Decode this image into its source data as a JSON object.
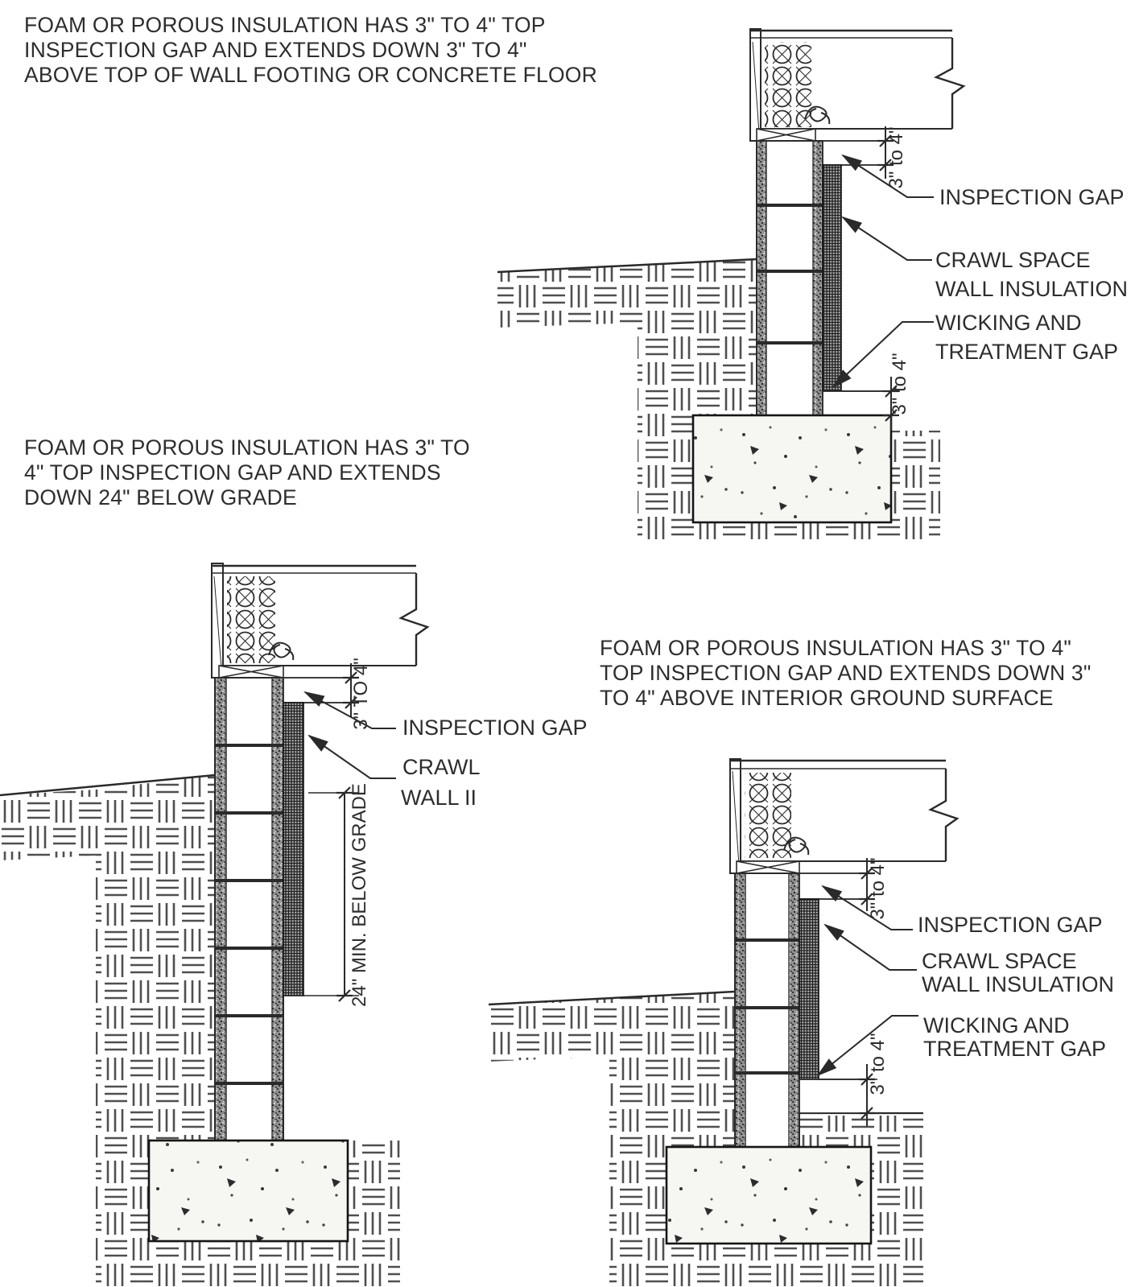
{
  "page": {
    "background": "#ffffff",
    "ink_color": "#2a2a2a",
    "description": "Three foundation wall sections showing crawl space insulation inspection gaps"
  },
  "notes": {
    "note_footing": {
      "lines": [
        "FOAM OR POROUS INSULATION HAS 3\" TO 4\" TOP",
        "INSPECTION GAP AND EXTENDS DOWN 3\" TO 4\"",
        "ABOVE TOP OF WALL FOOTING OR CONCRETE FLOOR"
      ]
    },
    "note_below_grade": {
      "lines": [
        "FOAM OR POROUS INSULATION HAS 3\" TO",
        "4\" TOP INSPECTION GAP AND EXTENDS",
        "DOWN 24\" BELOW GRADE"
      ]
    },
    "note_interior_ground": {
      "lines": [
        "FOAM OR POROUS INSULATION HAS 3\" TO 4\"",
        "TOP INSPECTION GAP AND EXTENDS DOWN 3\"",
        "TO 4\" ABOVE INTERIOR GROUND SURFACE"
      ]
    }
  },
  "diagram_a": {
    "labels": {
      "inspection_gap": "INSPECTION GAP",
      "insulation_line1": "CRAWL SPACE",
      "insulation_line2": "WALL INSULATION",
      "wicking_line1": "WICKING AND",
      "wicking_line2": "TREATMENT GAP"
    },
    "dims": {
      "top_gap": "3\" to 4\"",
      "bottom_gap": "3\" to 4\""
    }
  },
  "diagram_b": {
    "labels": {
      "inspection_gap": "INSPECTION GAP",
      "insulation_line1": "CRAWL",
      "insulation_line2": "WALL II"
    },
    "dims": {
      "top_gap": "3\" TO 4\"",
      "below_grade": "24\" MIN. BELOW GRADE"
    }
  },
  "diagram_c": {
    "labels": {
      "inspection_gap": "INSPECTION GAP",
      "insulation_line1": "CRAWL SPACE",
      "insulation_line2": "WALL INSULATION",
      "wicking_line1": "WICKING AND",
      "wicking_line2": "TREATMENT GAP"
    },
    "dims": {
      "top_gap": "3\" to 4\"",
      "bottom_gap": "3\" to 4\""
    }
  }
}
